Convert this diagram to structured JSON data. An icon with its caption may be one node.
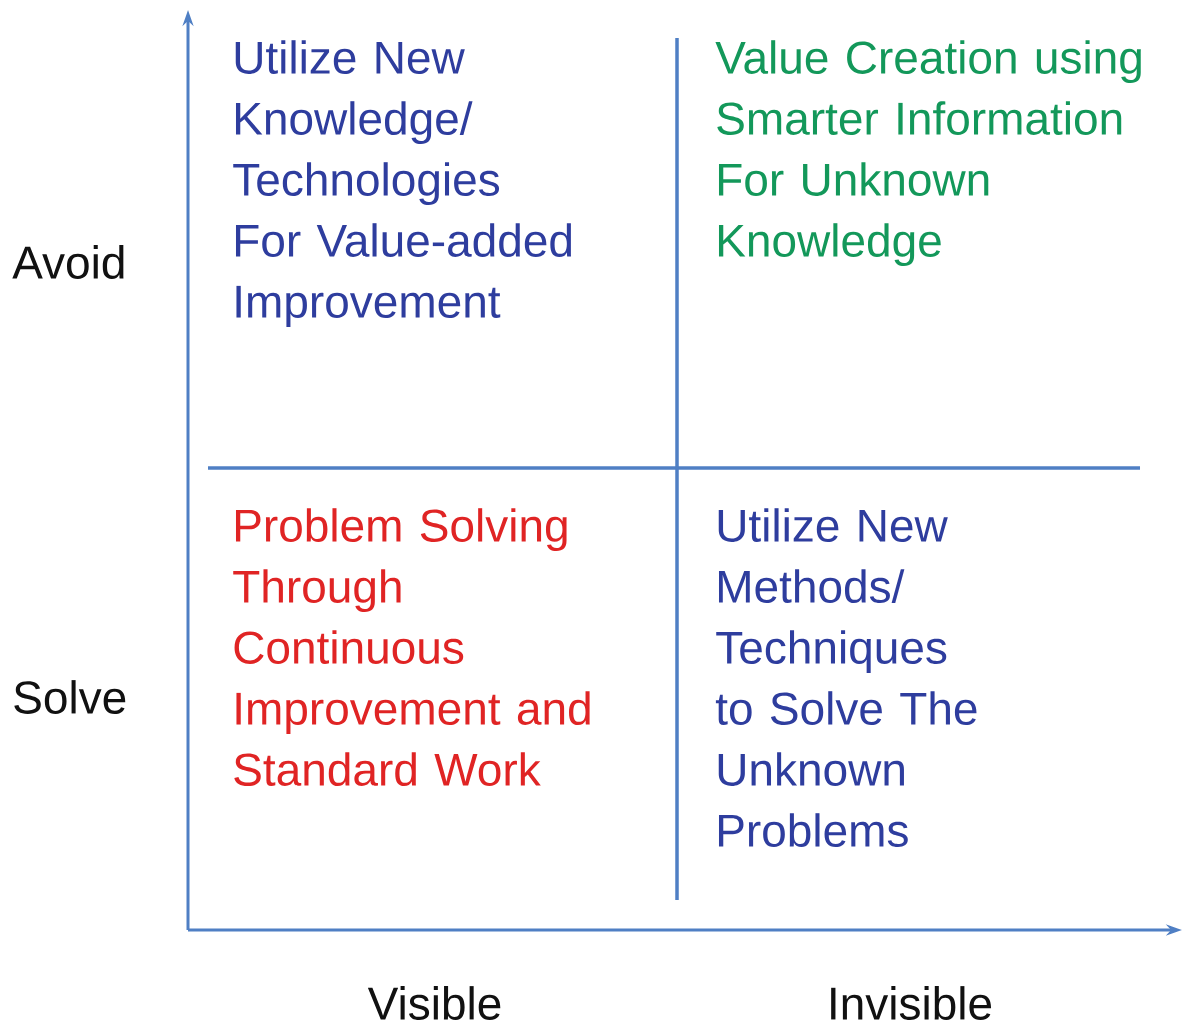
{
  "diagram": {
    "labels": [
      "Utilize New Knowledge/ Technologies For Value-added Improvement",
      "Value Creation using Smarter Information For Unknown Knowledge",
      "Avoid",
      "Problem Solving Through Continuous Improvement and Standard Work",
      "Utilize New Methods/ Techniques to Solve The Unknown Problems",
      "Solve",
      "Visible",
      "Invisible"
    ]
  }
}
